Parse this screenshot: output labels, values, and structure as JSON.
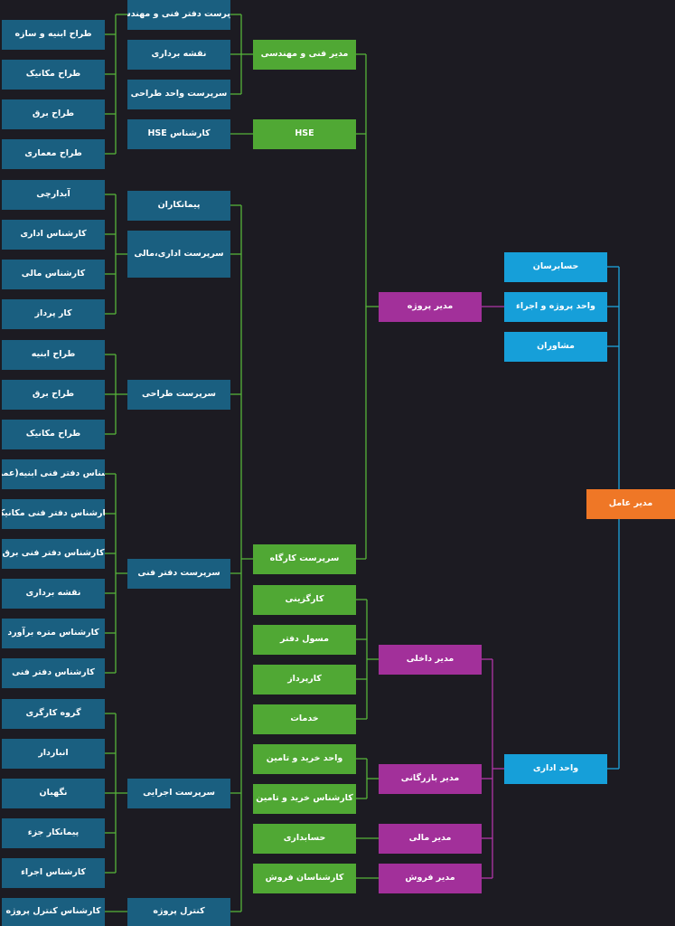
{
  "colors": {
    "background": "#1c1b22",
    "blue_node": "#1a5f80",
    "green_node": "#50a834",
    "purple_node": "#a2309a",
    "cyan_node": "#169fd9",
    "orange_node": "#ef7726",
    "green_line": "#56b33a",
    "purple_line": "#b036a8",
    "cyan_line": "#1ca4de"
  },
  "root": {
    "label": "مدیر عامل"
  },
  "units": {
    "auditors": "حسابرسان",
    "project_unit": "واحد پروژه و اجراء",
    "consultants": "مشاوران",
    "admin_unit": "واحد اداری"
  },
  "project_unit_children": {
    "technical_manager": "مدیر فنی و مهندسی",
    "hse": "HSE",
    "project_manager": "مدیر پروژه"
  },
  "technical_children": {
    "tech_office_supervisor": "سرپرست دفتر فنی و مهندسی",
    "surveying": "نقشه برداری",
    "design_unit_supervisor": "سرپرست واحد طراحی",
    "hse_expert": "کارشناس HSE",
    "structural_designer": "طراح ابنیه و سازه",
    "mechanical_designer": "طراح مکانیک",
    "electrical_designer": "طراح برق",
    "architectural_designer": "طراح معماری"
  },
  "project_manager_children": {
    "contractors": "پیمانکاران",
    "admin_finance_supervisor": "سرپرست اداری،مالی",
    "design_supervisor": "سرپرست طراحی",
    "tech_office_supervisor": "سرپرست دفتر فنی",
    "execution_supervisor": "سرپرست اجرایی",
    "project_control": "کنترل پروژه",
    "site_supervisor": "سرپرست کارگاه"
  },
  "admin_finance_children": {
    "tea_server": "آبدارچی",
    "admin_expert": "کارشناس اداری",
    "finance_expert": "کارشناس مالی",
    "purchaser": "کار پرداز"
  },
  "design_children": {
    "building_designer": "طراح ابنیه",
    "electrical_designer": "طراح برق",
    "mechanical_designer": "طراح مکانیک"
  },
  "tech_office_children": {
    "civil_expert": "کارشناس دفتر فنی ابنیه(عمران)",
    "mechanical_expert": "کارشناس دفتر فنی مکانیک",
    "electrical_expert": "کارشناس دفتر فنی برق",
    "surveying": "نقشه برداری",
    "estimation_expert": "کارشناس متره برآورد",
    "tech_office_expert": "کارشناس دفتر فنی"
  },
  "execution_children": {
    "labor_group": "گروه کارگری",
    "warehouse_keeper": "انباردار",
    "guard": "نگهبان",
    "subcontractor": "پیمانکار جزء",
    "execution_expert": "کارشناس اجراء"
  },
  "project_control_children": {
    "control_expert": "کارشناس کنترل پروژه"
  },
  "admin_unit_children": {
    "internal_manager": "مدیر داخلی",
    "commercial_manager": "مدیر بازرگانی",
    "financial_manager": "مدیر مالی",
    "sales_manager": "مدیر فروش"
  },
  "internal_children": {
    "hr": "کارگزینی",
    "office_manager": "مسول دفتر",
    "purchaser": "کارپرداز",
    "services": "خدمات"
  },
  "commercial_children": {
    "procurement_unit": "واحد خرید و تامین",
    "procurement_expert": "کارشناس خرید و تامین"
  },
  "financial_children": {
    "accounting": "حسابداری"
  },
  "sales_children": {
    "sales_experts": "کارشناسان فروش"
  }
}
